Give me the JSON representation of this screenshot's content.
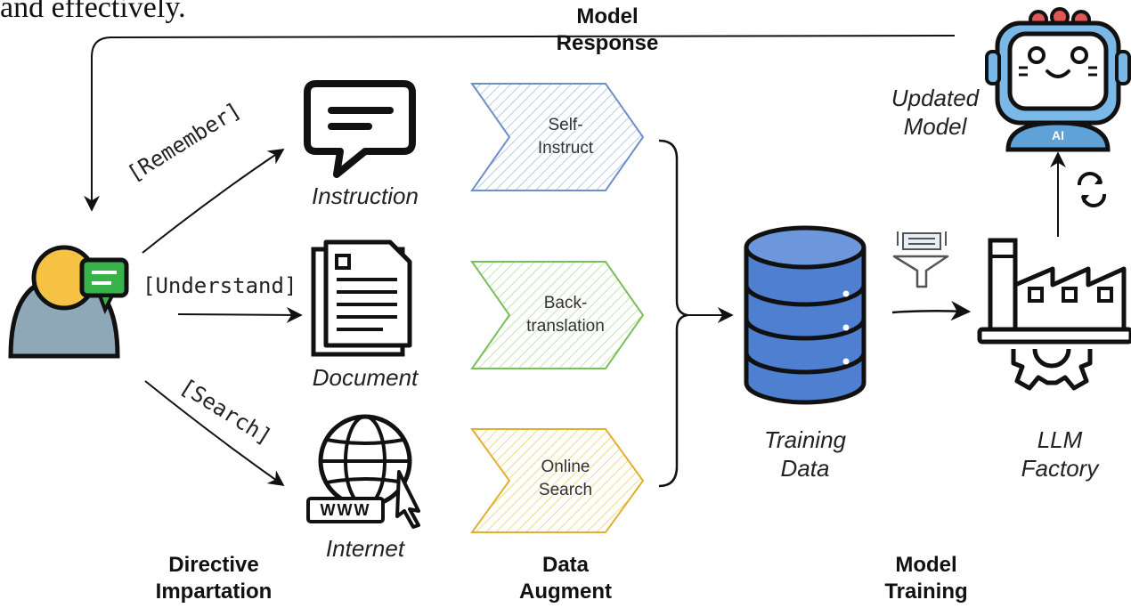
{
  "header_fragment": "and effectively.",
  "feedback": {
    "label_line1": "Model",
    "label_line2": "Response"
  },
  "user": {
    "verbs": [
      "[Remember]",
      "[Understand]",
      "[Search]"
    ]
  },
  "sources": [
    {
      "label": "Instruction"
    },
    {
      "label": "Document"
    },
    {
      "label": "Internet"
    }
  ],
  "augment": [
    {
      "line1": "Self-",
      "line2": "Instruct",
      "color": "#6f8fc9"
    },
    {
      "line1": "Back-",
      "line2": "translation",
      "color": "#7bbf5a"
    },
    {
      "line1": "Online",
      "line2": "Search",
      "color": "#e0b030"
    }
  ],
  "training_data": {
    "line1": "Training",
    "line2": "Data"
  },
  "factory": {
    "line1": "LLM",
    "line2": "Factory"
  },
  "updated_model": {
    "line1": "Updated",
    "line2": "Model",
    "badge": "AI"
  },
  "internet_badge": "WWW",
  "stages": [
    {
      "line1": "Directive",
      "line2": "Impartation"
    },
    {
      "line1": "Data",
      "line2": "Augment"
    },
    {
      "line1": "Model",
      "line2": "Training"
    }
  ],
  "colors": {
    "db_blue": "#4f7fd0",
    "robot_blue": "#7ab8e8",
    "user_yellow": "#f6c244",
    "user_green": "#37b34a",
    "user_grey": "#8fa8b8"
  }
}
